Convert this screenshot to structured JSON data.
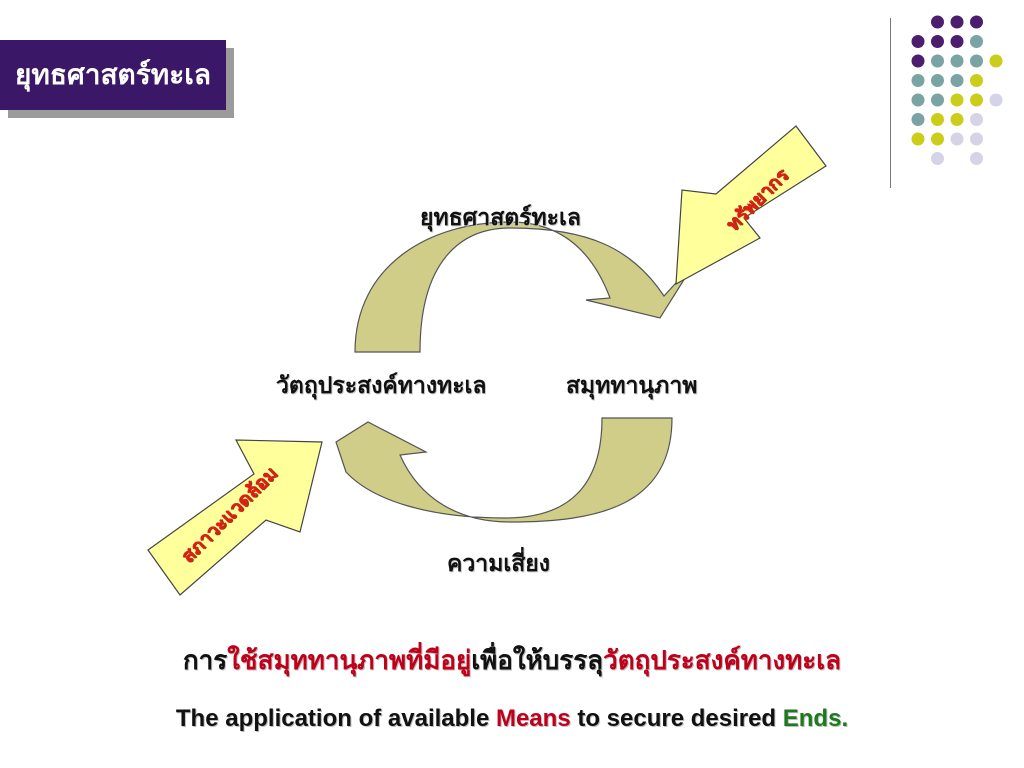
{
  "title": "ยุทธศาสตร์ทะเล",
  "cycle": {
    "top": "ยุทธศาสตร์ทะเล",
    "left": "วัตถุประสงค์ทางทะเล",
    "right": "สมุททานุภาพ",
    "bottom": "ความเสี่ยง"
  },
  "inputs": {
    "resources": "ทรัพยากร",
    "environment": "สภาวะแวดล้อม"
  },
  "thai_statement": {
    "part1": "การ",
    "part2": "ใช้สมุททานุภาพที่มีอยู่",
    "part3": "เพื่อให้บรรลุ",
    "part4": "วัตถุประสงค์ทางทะเล"
  },
  "english_statement": {
    "part1": "The application of available ",
    "part2": "Means",
    "part3": " to secure desired ",
    "part4": "Ends."
  },
  "colors": {
    "title_bg": "#3b1767",
    "cycle_arrow": "#cfcd88",
    "input_arrow": "#ffff9c",
    "dot_purple": "#4b1e6e",
    "dot_teal": "#7aa3a3",
    "dot_yellow": "#cccc1a",
    "dot_lavender": "#d4d4e6"
  }
}
